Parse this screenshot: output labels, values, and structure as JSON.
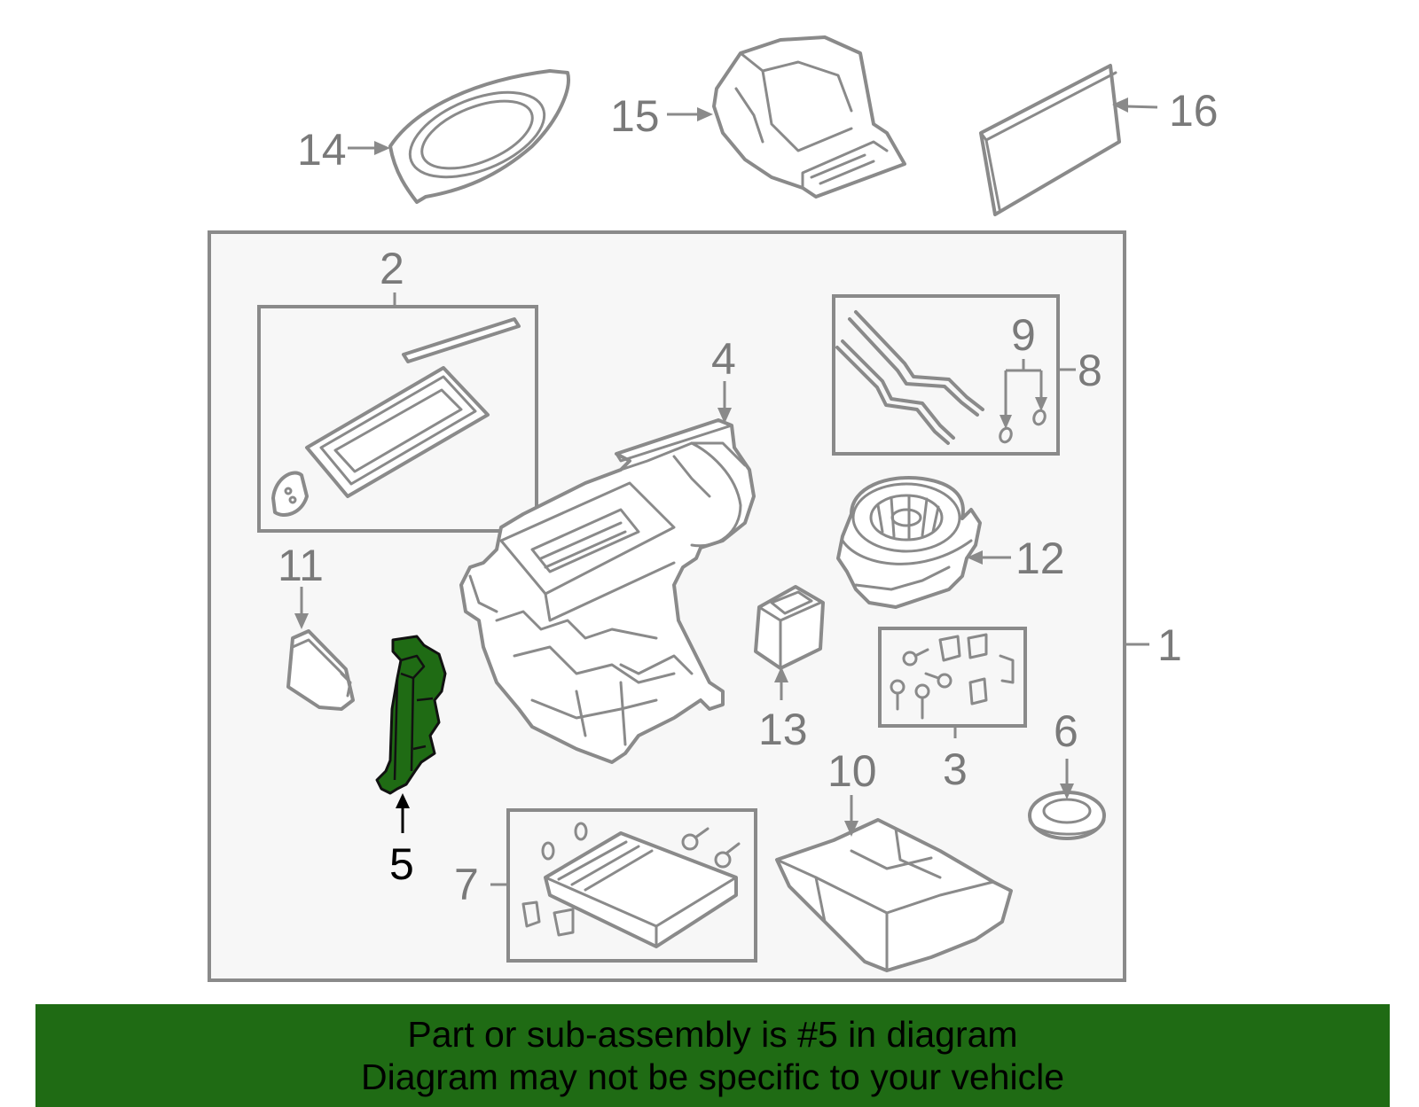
{
  "diagram": {
    "callouts": {
      "c1": "1",
      "c2": "2",
      "c3": "3",
      "c4": "4",
      "c5": "5",
      "c6": "6",
      "c7": "7",
      "c8": "8",
      "c9": "9",
      "c10": "10",
      "c11": "11",
      "c12": "12",
      "c13": "13",
      "c14": "14",
      "c15": "15",
      "c16": "16"
    },
    "highlighted_part": "5",
    "colors": {
      "line": "#8a8a8a",
      "highlight_fill": "#1f6b14",
      "banner": "#1f6b14",
      "panel": "#f7f7f7"
    }
  },
  "banner": {
    "line1": "Part or sub-assembly is #5 in diagram",
    "line2": "Diagram may not be specific to your vehicle"
  }
}
